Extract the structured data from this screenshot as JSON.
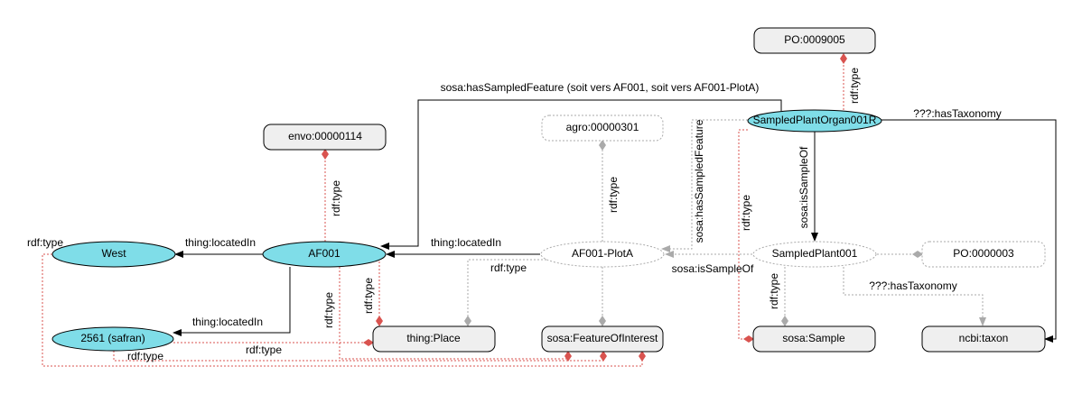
{
  "colors": {
    "instance_fill": "#7fdde8",
    "class_fill": "#efefef",
    "link": "#000000",
    "rdf_type": "#d9534f",
    "gray": "#aaaaaa"
  },
  "nodes": {
    "po_0009005": "PO:0009005",
    "envo": "envo:00000114",
    "agro": "agro:00000301",
    "spo": "SampledPlantOrgan001R",
    "west": "West",
    "af001": "AF001",
    "plota": "AF001-PlotA",
    "sp001": "SampledPlant001",
    "po_0000003": "PO:0000003",
    "safran": "2561 (safran)",
    "place": "thing:Place",
    "foi": "sosa:FeatureOfInterest",
    "sample": "sosa:Sample",
    "taxon": "ncbi:taxon"
  },
  "edge_labels": {
    "has_sampled_feature_long": "sosa:hasSampledFeature (soit vers AF001, soit vers AF001-PlotA)",
    "has_taxonomy": "???:hasTaxonomy",
    "rdf_type": "rdf:type",
    "located_in": "thing:locatedIn",
    "is_sample_of": "sosa:isSampleOf",
    "has_sampled_feature": "sosa:hasSampledFeature"
  }
}
